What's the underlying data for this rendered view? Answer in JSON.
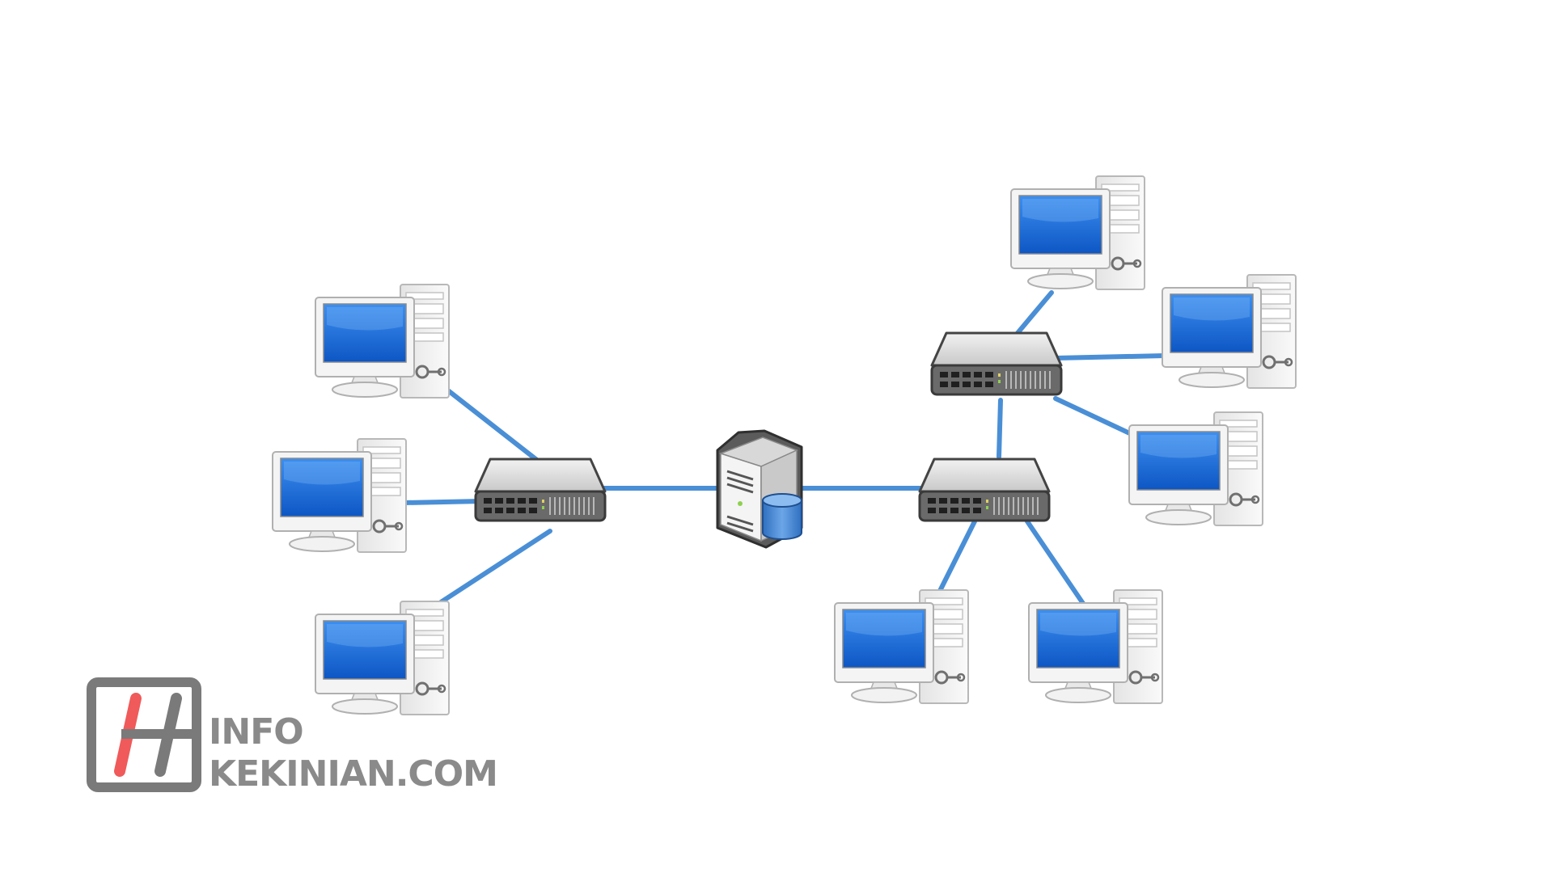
{
  "diagram": {
    "type": "network-topology",
    "nodes": [
      {
        "id": "server",
        "kind": "database-server-icon"
      },
      {
        "id": "switch-left",
        "kind": "switch-icon"
      },
      {
        "id": "switch-right-upper",
        "kind": "switch-icon"
      },
      {
        "id": "switch-right-lower",
        "kind": "switch-icon"
      },
      {
        "id": "pc-left-1",
        "kind": "computer-icon"
      },
      {
        "id": "pc-left-2",
        "kind": "computer-icon"
      },
      {
        "id": "pc-left-3",
        "kind": "computer-icon"
      },
      {
        "id": "pc-right-upper-1",
        "kind": "computer-icon"
      },
      {
        "id": "pc-right-upper-2",
        "kind": "computer-icon"
      },
      {
        "id": "pc-right-upper-3",
        "kind": "computer-icon"
      },
      {
        "id": "pc-right-lower-1",
        "kind": "computer-icon"
      },
      {
        "id": "pc-right-lower-2",
        "kind": "computer-icon"
      }
    ],
    "links": [
      [
        "switch-left",
        "server"
      ],
      [
        "server",
        "switch-right-lower"
      ],
      [
        "switch-right-lower",
        "switch-right-upper"
      ],
      [
        "switch-left",
        "pc-left-1"
      ],
      [
        "switch-left",
        "pc-left-2"
      ],
      [
        "switch-left",
        "pc-left-3"
      ],
      [
        "switch-right-upper",
        "pc-right-upper-1"
      ],
      [
        "switch-right-upper",
        "pc-right-upper-2"
      ],
      [
        "switch-right-upper",
        "pc-right-upper-3"
      ],
      [
        "switch-right-lower",
        "pc-right-lower-1"
      ],
      [
        "switch-right-lower",
        "pc-right-lower-2"
      ]
    ]
  },
  "watermark": {
    "line1": "INFO",
    "line2": "KEKINIAN.COM",
    "logo_color": "#7a7a7a",
    "accent_color": "#f05a5a"
  },
  "colors": {
    "link": "#4a8fd6",
    "screen": "#1e73d8",
    "device": "#5a5a5a"
  }
}
